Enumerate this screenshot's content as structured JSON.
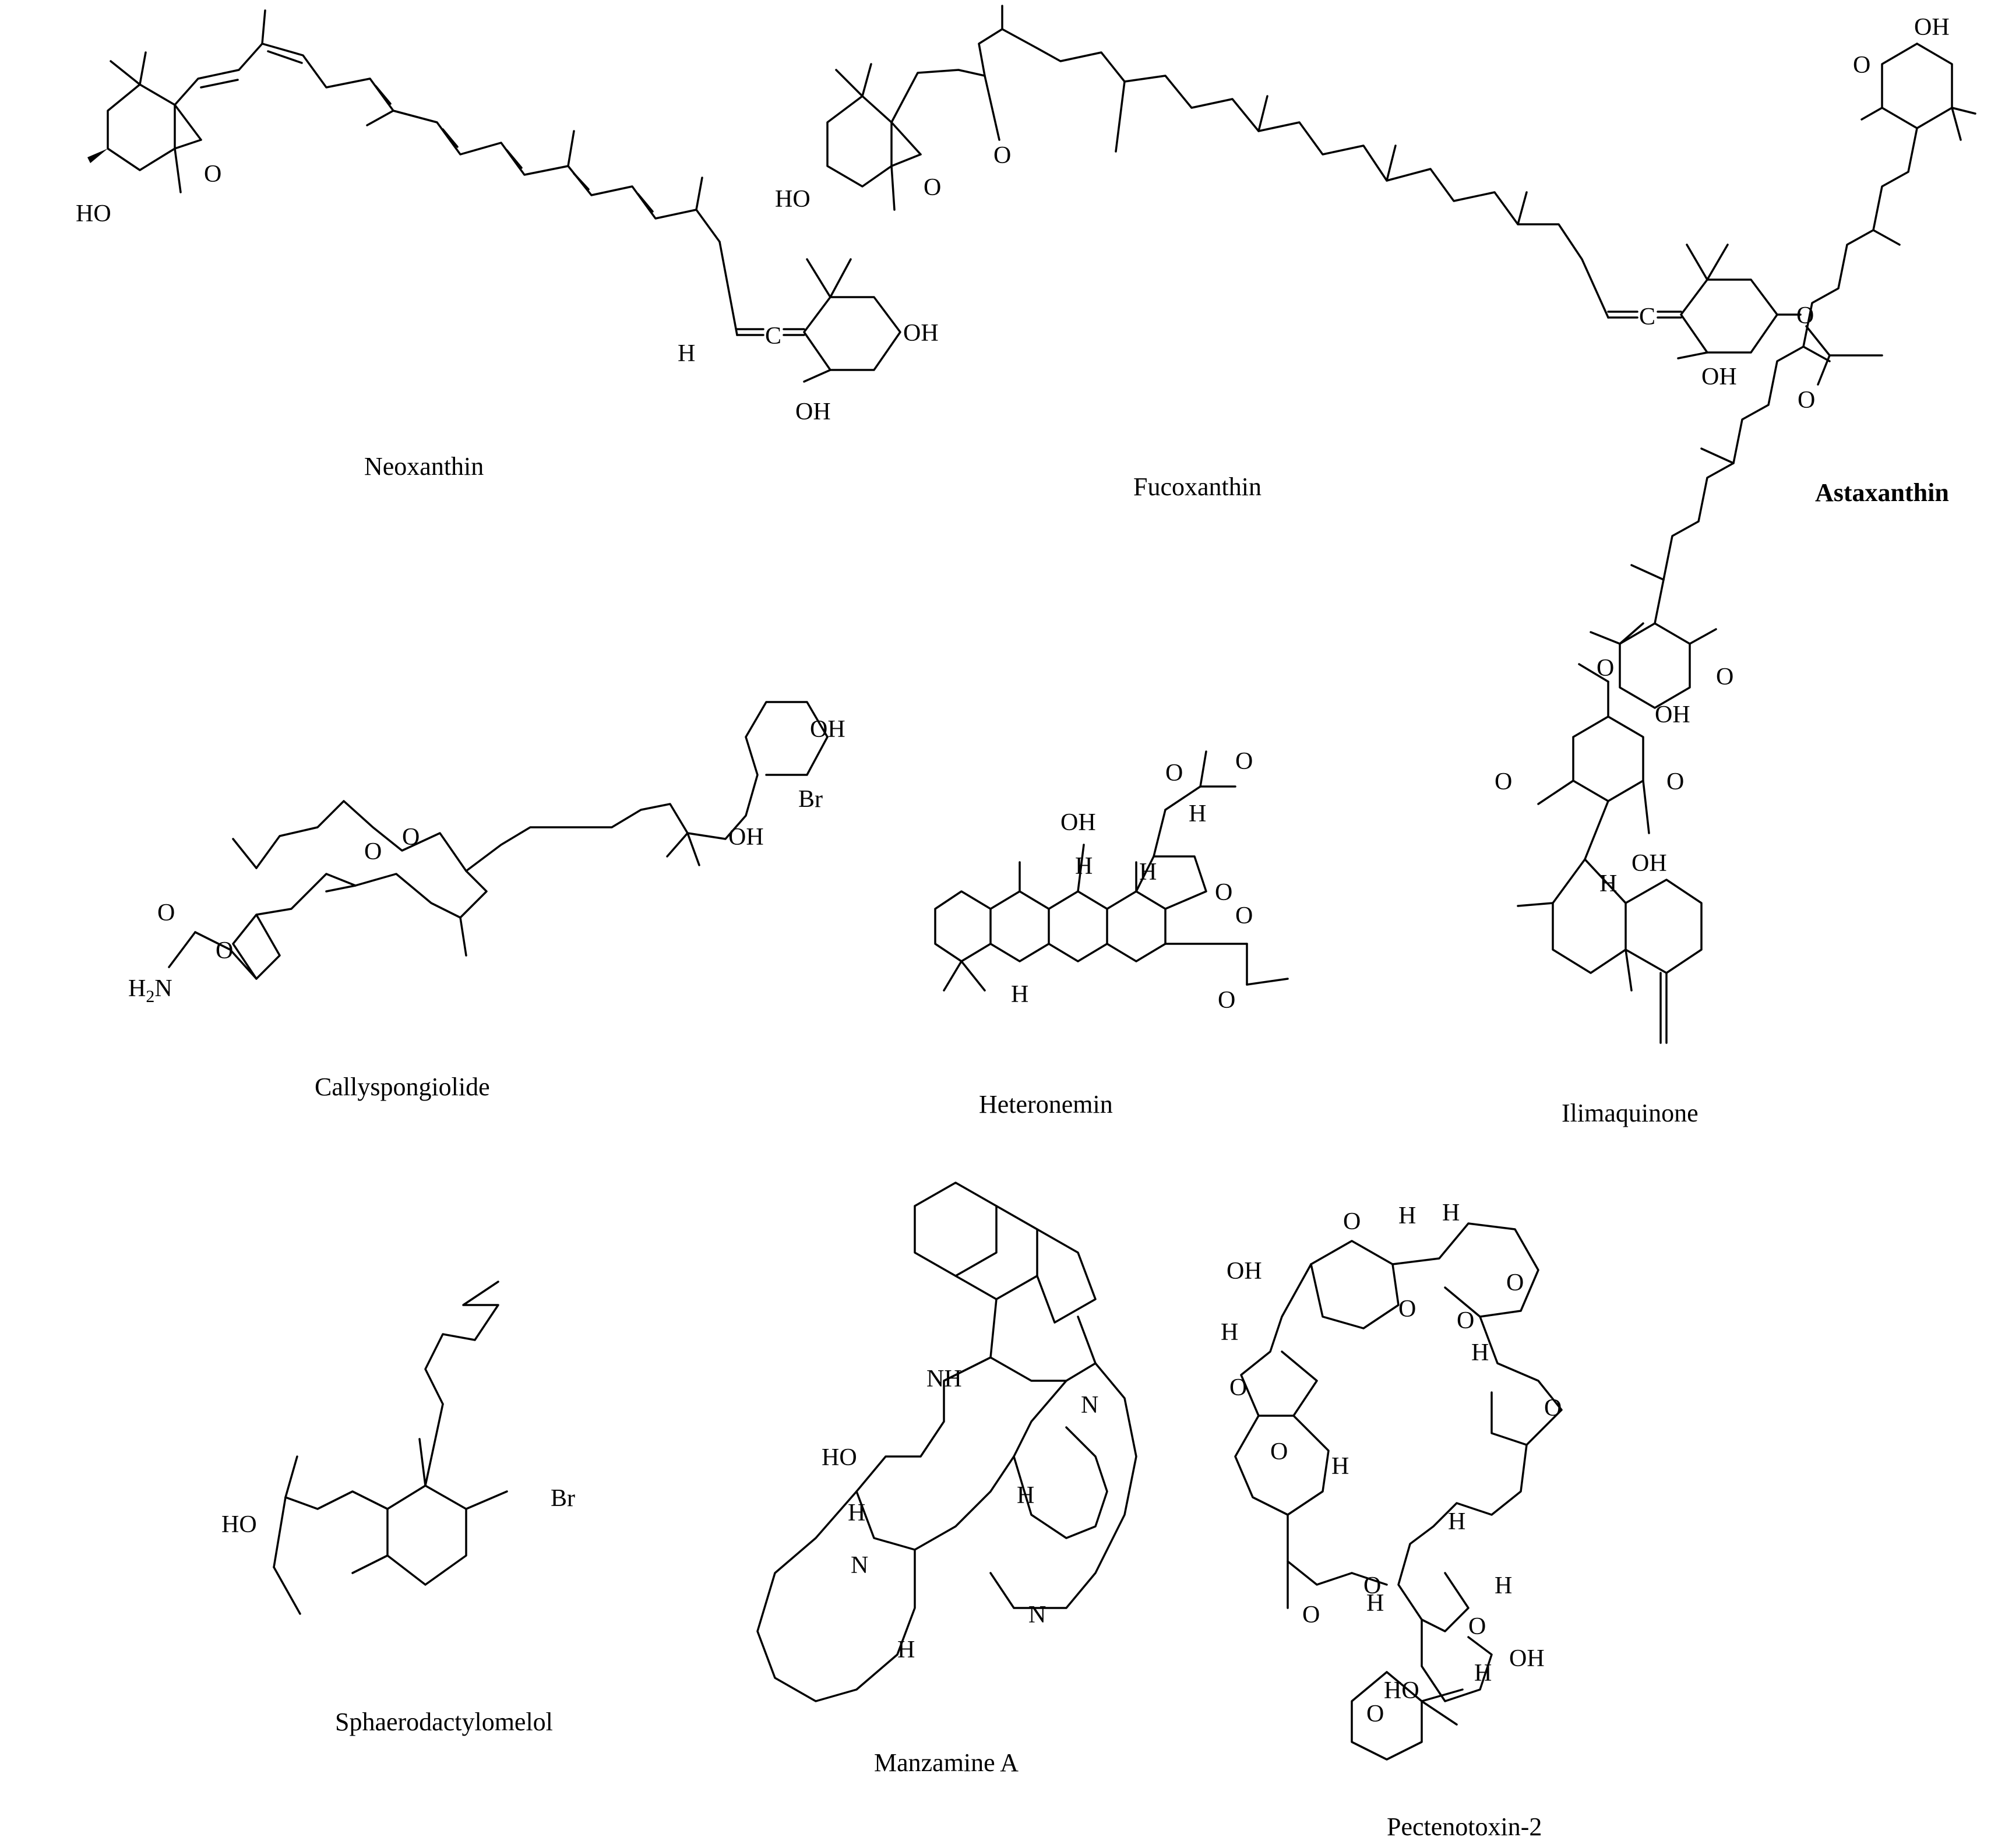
{
  "figure": {
    "molecules": [
      {
        "id": "neoxanthin",
        "name": "Neoxanthin",
        "bold": false
      },
      {
        "id": "fucoxanthin",
        "name": "Fucoxanthin",
        "bold": false
      },
      {
        "id": "astaxanthin",
        "name": "Astaxanthin",
        "bold": true
      },
      {
        "id": "callyspongiolide",
        "name": "Callyspongiolide",
        "bold": false
      },
      {
        "id": "heteronemin",
        "name": "Heteronemin",
        "bold": false
      },
      {
        "id": "ilimaquinone",
        "name": "Ilimaquinone",
        "bold": false
      },
      {
        "id": "sphaerodactylomelol",
        "name": "Sphaerodactylomelol",
        "bold": false
      },
      {
        "id": "manzamine-a",
        "name": "Manzamine A",
        "bold": false
      },
      {
        "id": "pectenotoxin-2",
        "name": "Pectenotoxin-2",
        "bold": false
      }
    ],
    "atom_labels": {
      "ho": "HO",
      "oh": "OH",
      "o": "O",
      "h": "H",
      "c": "C",
      "n": "N",
      "nh": "NH",
      "br": "Br",
      "h2n": "H2N"
    }
  }
}
